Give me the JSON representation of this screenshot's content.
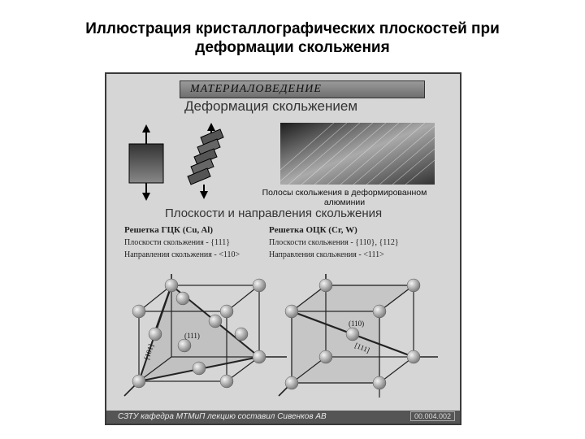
{
  "slide": {
    "title": "Иллюстрация кристаллографических плоскостей при деформации скольжения"
  },
  "poster": {
    "header": "МАТЕРИАЛОВЕДЕНИЕ",
    "section1_title": "Деформация скольжением",
    "caption": "Полосы скольжения в деформированном алюминии",
    "section2_title": "Плоскости и направления скольжения",
    "fcc": {
      "title": "Решетка ГЦК (Cu, Al)",
      "planes": "Плоскости скольжения - {111}",
      "directions": "Направления скольжения - <110>",
      "plane_label": "(111)",
      "dir_label": "[101]"
    },
    "bcc": {
      "title": "Решетка ОЦК (Cr, W)",
      "planes": "Плоскости скольжения - {110}, {112}",
      "directions": "Направления скольжения - <111>",
      "plane_label": "(110)",
      "dir_label": "[111]"
    },
    "footer_left": "СЗТУ кафедра МТМиП лекцию составил Сивенков АВ",
    "footer_right": "00.004.002"
  }
}
